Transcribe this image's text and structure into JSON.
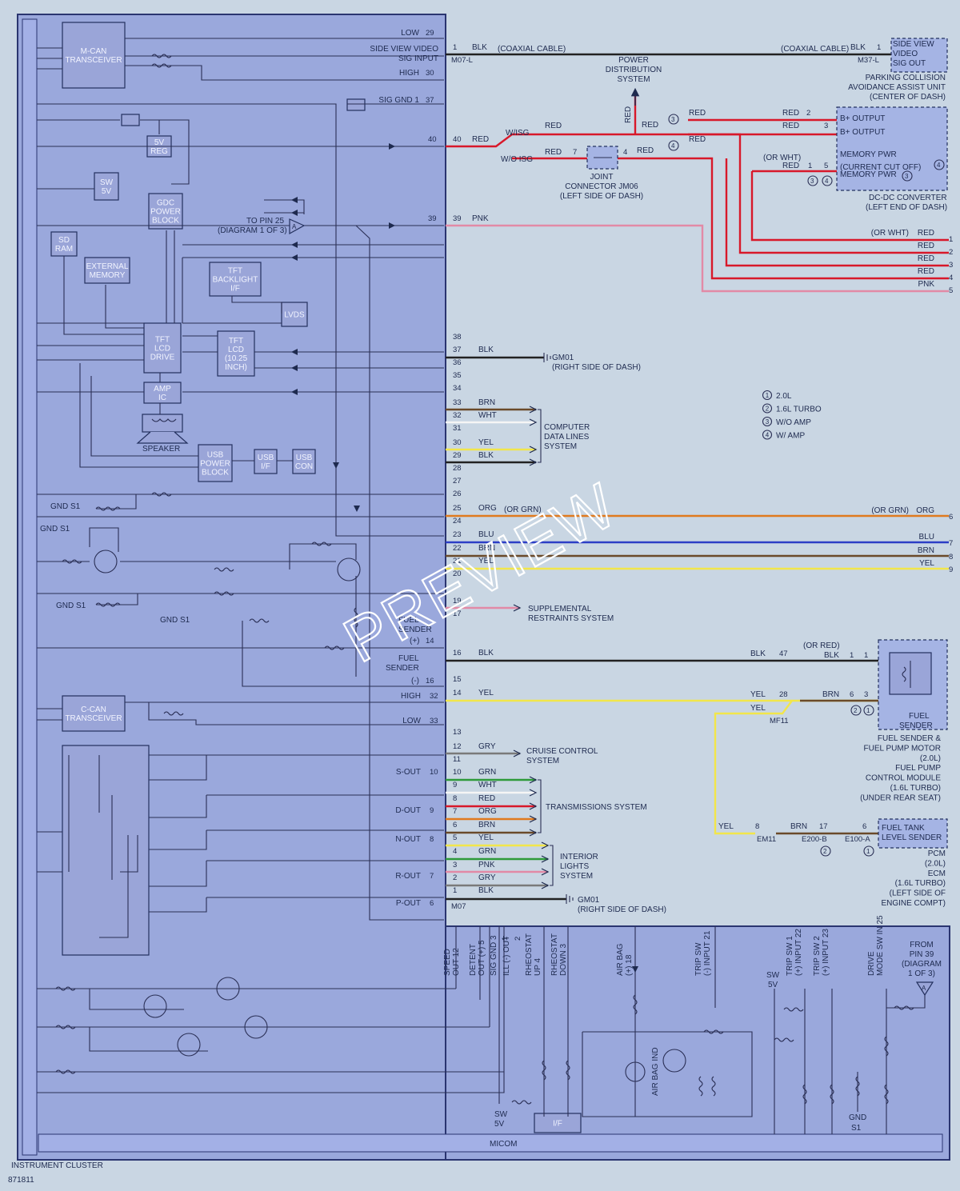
{
  "diagram": {
    "footer_left": "INSTRUMENT CLUSTER",
    "footer_code": "871811",
    "watermark": "PREVIEW",
    "bus_label": "MICOM"
  },
  "internal_blocks": [
    {
      "id": "mcan",
      "lines": [
        "M-CAN",
        "TRANSCEIVER"
      ]
    },
    {
      "id": "reg",
      "lines": [
        "5V",
        "REG"
      ]
    },
    {
      "id": "sw5v",
      "lines": [
        "SW",
        "5V"
      ]
    },
    {
      "id": "gdc",
      "lines": [
        "GDC",
        "POWER",
        "BLOCK"
      ]
    },
    {
      "id": "sdram",
      "lines": [
        "SD",
        "RAM"
      ]
    },
    {
      "id": "extmem",
      "lines": [
        "EXTERNAL",
        "MEMORY"
      ]
    },
    {
      "id": "tftbl",
      "lines": [
        "TFT",
        "BACKLIGHT",
        "I/F"
      ]
    },
    {
      "id": "lvds",
      "lines": [
        "LVDS"
      ]
    },
    {
      "id": "tftdrive",
      "lines": [
        "TFT",
        "LCD",
        "DRIVE"
      ]
    },
    {
      "id": "tftlcd",
      "lines": [
        "TFT",
        "LCD",
        "(10.25",
        "INCH)"
      ]
    },
    {
      "id": "amp",
      "lines": [
        "AMP",
        "IC"
      ]
    },
    {
      "id": "usbpwr",
      "lines": [
        "USB",
        "POWER",
        "BLOCK"
      ]
    },
    {
      "id": "usbif",
      "lines": [
        "USB",
        "I/F"
      ]
    },
    {
      "id": "usbcon",
      "lines": [
        "USB",
        "CON"
      ]
    },
    {
      "id": "ccan",
      "lines": [
        "C-CAN",
        "TRANSCEIVER"
      ]
    },
    {
      "id": "if",
      "lines": [
        "I/F"
      ]
    }
  ],
  "internal_labels": {
    "speaker": "SPEAKER",
    "to_pin": "TO PIN 25",
    "to_pin_diag": "(DIAGRAM 1 OF 3)",
    "pin_flag": "A",
    "gnd_s1": "GND S1",
    "fuel_sender": "FUEL",
    "fuel_sender2": "SENDER",
    "fuel_plus": "(+)",
    "fuel_minus": "(-)",
    "sw": "SW",
    "sw_5v": "5V",
    "air_bag_ind": "AIR BAG IND",
    "gnd": "GND",
    "s1": "S1"
  },
  "cluster_pins_top": [
    {
      "label": "LOW",
      "num": "29"
    },
    {
      "label": "SIDE VIEW VIDEO",
      "num": ""
    },
    {
      "label": "SIG INPUT",
      "num": ""
    },
    {
      "label": "HIGH",
      "num": "30"
    },
    {
      "label": "SIG GND 1",
      "num": "37"
    }
  ],
  "cluster_pins_mid": [
    {
      "label": "LOW",
      "num": "33"
    },
    {
      "label": "HIGH",
      "num": "32"
    },
    {
      "label": "S-OUT",
      "num": "10"
    },
    {
      "label": "D-OUT",
      "num": "9"
    },
    {
      "label": "N-OUT",
      "num": "8"
    },
    {
      "label": "R-OUT",
      "num": "7"
    },
    {
      "label": "P-OUT",
      "num": "6"
    }
  ],
  "bottom_pins": [
    {
      "label": "SPEED",
      "label2": "OUT",
      "num": "12"
    },
    {
      "label": "DETENT",
      "label2": "OUT (+)",
      "num": "5"
    },
    {
      "label": "SIG GND 3",
      "label2": "",
      "num": "1"
    },
    {
      "label": "ILL (-) OUT",
      "label2": "",
      "num": "2"
    },
    {
      "label": "RHEOSTAT",
      "label2": "UP",
      "num": "4"
    },
    {
      "label": "RHEOSTAT",
      "label2": "DOWN",
      "num": "3"
    },
    {
      "label": "AIR BAG",
      "label2": "(+)",
      "num": "18"
    },
    {
      "label": "TRIP SW",
      "label2": "(-) INPUT",
      "num": "21"
    },
    {
      "label": "TRIP SW 1",
      "label2": "(+) INPUT",
      "num": "22"
    },
    {
      "label": "TRIP SW 2",
      "label2": "(+) INPUT",
      "num": "23"
    },
    {
      "label": "DRIVE",
      "label2": "MODE SW IN",
      "num": "25"
    }
  ],
  "from_pin": [
    "FROM",
    "PIN 39",
    "(DIAGRAM",
    "1 OF 3)"
  ],
  "connector_pins": [
    {
      "n": "38",
      "color": ""
    },
    {
      "n": "37",
      "color": "BLK"
    },
    {
      "n": "36",
      "color": ""
    },
    {
      "n": "35",
      "color": ""
    },
    {
      "n": "34",
      "color": ""
    },
    {
      "n": "33",
      "color": "BRN"
    },
    {
      "n": "32",
      "color": "WHT"
    },
    {
      "n": "31",
      "color": ""
    },
    {
      "n": "30",
      "color": "YEL"
    },
    {
      "n": "29",
      "color": "BLK"
    },
    {
      "n": "28",
      "color": ""
    },
    {
      "n": "27",
      "color": ""
    },
    {
      "n": "26",
      "color": ""
    },
    {
      "n": "25",
      "color": "ORG"
    },
    {
      "n": "24",
      "color": ""
    },
    {
      "n": "23",
      "color": "BLU"
    },
    {
      "n": "22",
      "color": "BRN"
    },
    {
      "n": "21",
      "color": "YEL"
    },
    {
      "n": "20",
      "color": ""
    },
    {
      "n": "19",
      "color": ""
    },
    {
      "n": "17",
      "color": ""
    },
    {
      "n": "16",
      "color": "BLK"
    },
    {
      "n": "15",
      "color": ""
    },
    {
      "n": "14",
      "color": "YEL"
    },
    {
      "n": "13",
      "color": ""
    },
    {
      "n": "12",
      "color": "GRY"
    },
    {
      "n": "11",
      "color": ""
    },
    {
      "n": "10",
      "color": "GRN"
    },
    {
      "n": "9",
      "color": "WHT"
    },
    {
      "n": "8",
      "color": "RED"
    },
    {
      "n": "7",
      "color": "ORG"
    },
    {
      "n": "6",
      "color": "BRN"
    },
    {
      "n": "5",
      "color": "YEL"
    },
    {
      "n": "4",
      "color": "GRN"
    },
    {
      "n": "3",
      "color": "PNK"
    },
    {
      "n": "2",
      "color": "GRY"
    },
    {
      "n": "1",
      "color": "BLK"
    }
  ],
  "top_wires": {
    "pin1": "1",
    "pin1_color": "BLK",
    "coax_left": "(COAXIAL CABLE)",
    "coax_right": "(COAXIAL CABLE)",
    "right_blk": "BLK",
    "right_pin": "1",
    "conn_left": "M07-L",
    "conn_right": "M37-L",
    "pin40": "40",
    "pin40_num": "40",
    "pin40_color": "RED",
    "pin39": "39",
    "pin39_num": "39",
    "pin39_color": "PNK",
    "wisg": "W/ISG",
    "woisg": "W/O ISG",
    "red": "RED",
    "seven": "7",
    "four": "4"
  },
  "power_dist": [
    "POWER",
    "DISTRIBUTION",
    "SYSTEM"
  ],
  "joint_connector": [
    "JOINT",
    "CONNECTOR JM06",
    "(LEFT SIDE OF DASH)"
  ],
  "side_view": [
    "SIDE VIEW",
    "VIDEO",
    "SIG OUT"
  ],
  "parking": [
    "PARKING COLLISION",
    "AVOIDANCE ASSIST UNIT",
    "(CENTER OF DASH)"
  ],
  "dcdc": {
    "b1": "B+ OUTPUT",
    "b2": "B+ OUTPUT",
    "mem1": "MEMORY PWR",
    "mem2": "(CURRENT CUT OFF)",
    "mem3": "MEMORY PWR",
    "title": "DC-DC CONVERTER",
    "loc": "(LEFT END OF DASH)",
    "red": "RED",
    "or_wht": "(OR WHT)",
    "p2": "2",
    "p3": "3",
    "p1": "1",
    "p5": "5"
  },
  "right_edge_pins": [
    {
      "n": "1",
      "color": "RED",
      "note": "(OR WHT)"
    },
    {
      "n": "2",
      "color": "RED",
      "note": ""
    },
    {
      "n": "3",
      "color": "RED",
      "note": ""
    },
    {
      "n": "4",
      "color": "RED",
      "note": ""
    },
    {
      "n": "5",
      "color": "PNK",
      "note": ""
    },
    {
      "n": "6",
      "color": "ORG",
      "note": "(OR GRN)"
    },
    {
      "n": "7",
      "color": "BLU",
      "note": ""
    },
    {
      "n": "8",
      "color": "BRN",
      "note": ""
    },
    {
      "n": "9",
      "color": "YEL",
      "note": ""
    }
  ],
  "legend": [
    {
      "num": "1",
      "text": "2.0L"
    },
    {
      "num": "2",
      "text": "1.6L TURBO"
    },
    {
      "num": "3",
      "text": "W/O AMP"
    },
    {
      "num": "4",
      "text": "W/ AMP"
    }
  ],
  "systems": {
    "gm01": "GM01",
    "gm01_loc": "(RIGHT SIDE OF DASH)",
    "computer": [
      "COMPUTER",
      "DATA LINES",
      "SYSTEM"
    ],
    "supplemental": [
      "SUPPLEMENTAL",
      "RESTRAINTS SYSTEM"
    ],
    "cruise": [
      "CRUISE CONTROL",
      "SYSTEM"
    ],
    "transmission": "TRANSMISSIONS SYSTEM",
    "interior": [
      "INTERIOR",
      "LIGHTS",
      "SYSTEM"
    ],
    "org_or_grn": "(OR GRN)",
    "m07": "M07"
  },
  "fuel": {
    "blk47": "BLK",
    "p47": "47",
    "or_red": "(OR RED)",
    "blk1": "BLK",
    "p1a": "1",
    "p1b": "1",
    "yel28": "YEL",
    "p28": "28",
    "brn": "BRN",
    "p6": "6",
    "p3": "3",
    "yel2": "YEL",
    "mf11": "MF11",
    "sender": [
      "FUEL",
      "SENDER"
    ],
    "motor": [
      "FUEL SENDER &",
      "FUEL PUMP MOTOR",
      "(2.0L)",
      "FUEL PUMP",
      "CONTROL MODULE",
      "(1.6L TURBO)",
      "(UNDER REAR SEAT)"
    ],
    "yel8": "YEL",
    "p8": "8",
    "em11": "EM11",
    "brn17": "BRN",
    "p17": "17",
    "e200": "E200-B",
    "p6b": "6",
    "e100": "E100-A",
    "tank": [
      "FUEL TANK",
      "LEVEL SENDER"
    ],
    "pcm": [
      "PCM",
      "(2.0L)",
      "ECM",
      "(1.6L TURBO)",
      "(LEFT SIDE OF",
      "ENGINE COMPT)"
    ]
  },
  "colors": {
    "red": "#d8182a",
    "pink": "#e28aa6",
    "orange": "#e07a1e",
    "blue": "#2c3ec6",
    "brown": "#6a4a2a",
    "yellow": "#f2e64a",
    "green": "#2e9a3a",
    "gray": "#7a7a7a",
    "white": "#f5f5f5",
    "black": "#222"
  }
}
